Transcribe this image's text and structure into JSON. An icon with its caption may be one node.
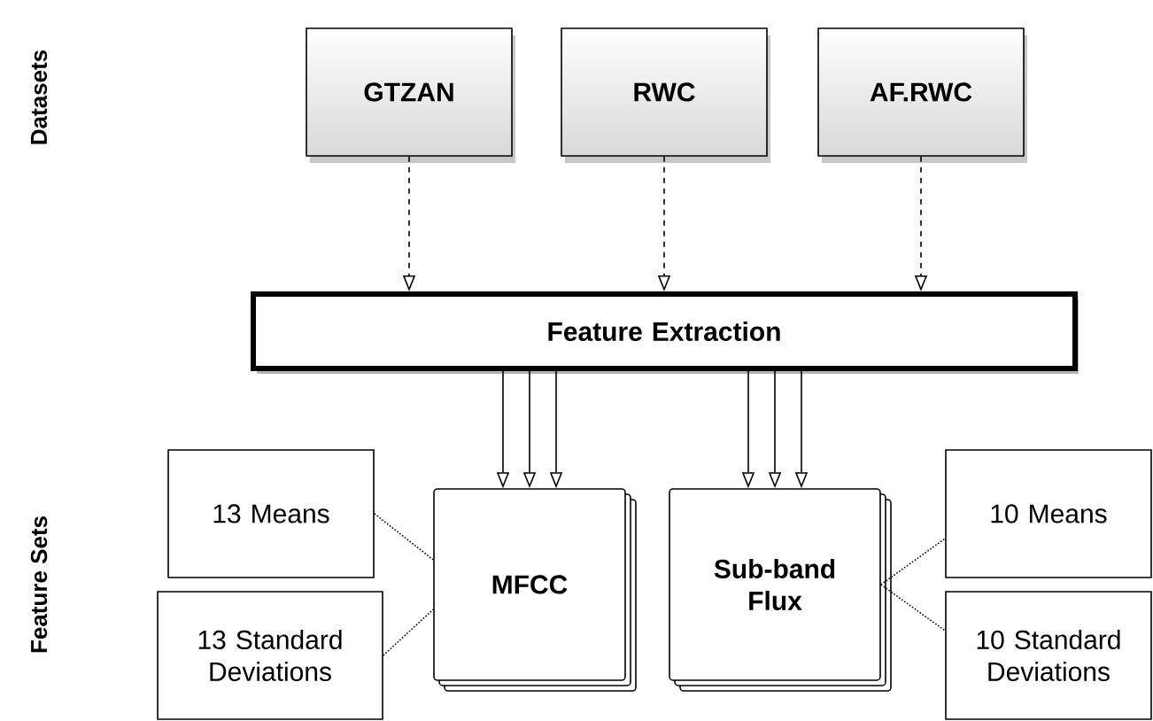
{
  "diagram": {
    "nodes": [
      {
        "text": [
          "GTZAN"
        ]
      },
      {
        "text": [
          "RWC"
        ]
      },
      {
        "text": [
          "AF.RWC"
        ]
      },
      {
        "text": [
          "Feature Extraction"
        ]
      },
      {
        "text": [
          "13 Means"
        ]
      },
      {
        "text": [
          "13 Standard Deviations"
        ]
      },
      {
        "text": [
          "MFCC"
        ]
      },
      {
        "text": [
          "Sub-band Flux"
        ]
      },
      {
        "text": [
          "10 Means"
        ]
      },
      {
        "text": [
          "10 Standard Deviations"
        ]
      }
    ],
    "edges": [
      {
        "from": 0,
        "to": 3,
        "arrow": "to",
        "style": "dashed"
      },
      {
        "from": 1,
        "to": 3,
        "arrow": "to",
        "style": "dashed"
      },
      {
        "from": 2,
        "to": 3,
        "arrow": "to",
        "style": "dashed"
      },
      {
        "from": 3,
        "to": 6,
        "arrow": "to"
      },
      {
        "from": 3,
        "to": 6,
        "arrow": "to"
      },
      {
        "from": 3,
        "to": 6,
        "arrow": "to"
      },
      {
        "from": 3,
        "to": 7,
        "arrow": "to"
      },
      {
        "from": 3,
        "to": 7,
        "arrow": "to"
      },
      {
        "from": 3,
        "to": 7,
        "arrow": "to"
      },
      {
        "from": 4,
        "to": 6,
        "arrow": "none",
        "style": "dashed"
      },
      {
        "from": 5,
        "to": 6,
        "arrow": "none",
        "style": "dashed"
      },
      {
        "from": 7,
        "to": 8,
        "arrow": "none",
        "style": "dashed"
      },
      {
        "from": 7,
        "to": 9,
        "arrow": "none",
        "style": "dashed"
      }
    ],
    "labels": [
      "Datasets",
      "Feature Sets"
    ]
  }
}
